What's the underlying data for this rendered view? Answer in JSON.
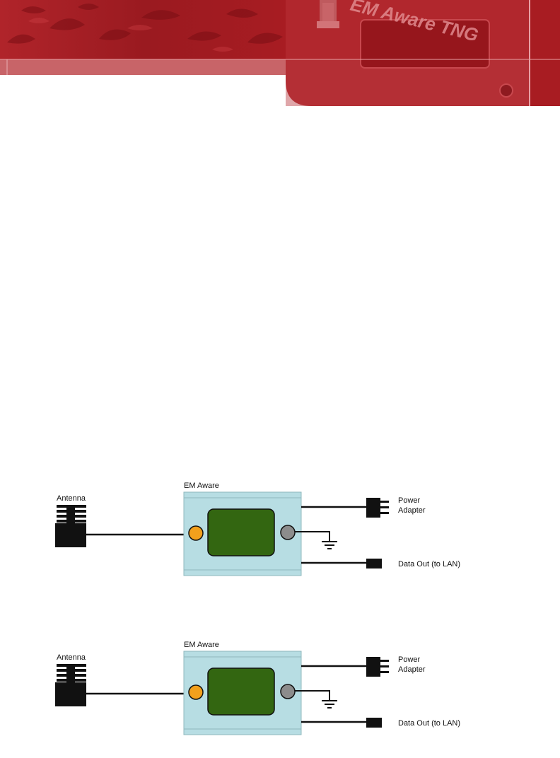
{
  "banner": {
    "product_text": "EM Aware TNG",
    "colors": {
      "primary_red": "#a81c22",
      "light_red": "#c86468",
      "dark_red": "#7a0e14"
    }
  },
  "diagrams": [
    {
      "device_label": "EM Aware",
      "antenna_label": "Antenna",
      "power_label_line1": "Power",
      "power_label_line2": "Adapter",
      "data_label": "Data Out (to LAN)"
    },
    {
      "device_label": "EM Aware",
      "antenna_label": "Antenna",
      "power_label_line1": "Power",
      "power_label_line2": "Adapter",
      "data_label": "Data Out (to LAN)"
    }
  ],
  "colors": {
    "device_body": "#b7dde3",
    "screen": "#336611",
    "antenna_port": "#f2a01c",
    "ground_port": "#8c8c8c"
  }
}
